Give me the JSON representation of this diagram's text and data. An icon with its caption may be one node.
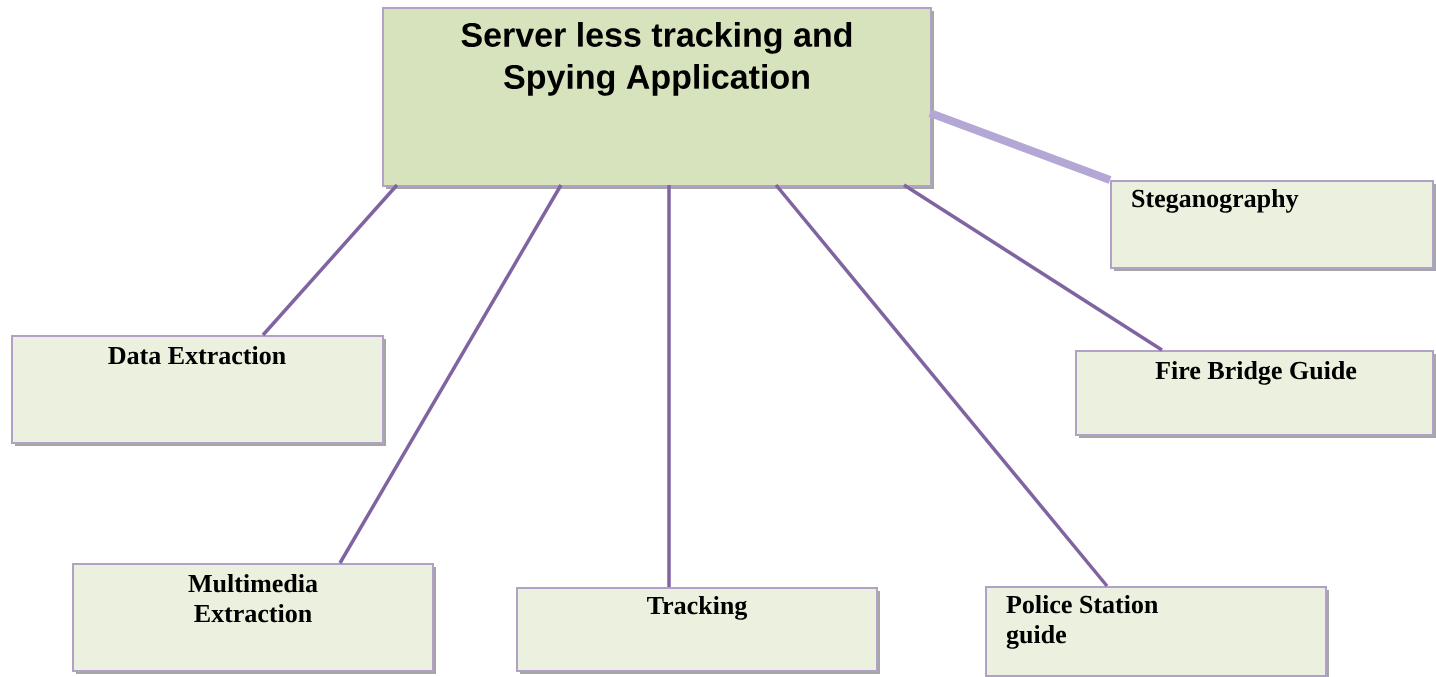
{
  "diagram": {
    "nodes": [
      {
        "text": [
          "Server less tracking and Spying Application"
        ]
      },
      {
        "text": [
          "Steganography"
        ]
      },
      {
        "text": [
          "Data Extraction"
        ]
      },
      {
        "text": [
          "Fire Bridge Guide"
        ]
      },
      {
        "text": [
          "Multimedia Extraction"
        ]
      },
      {
        "text": [
          "Tracking"
        ]
      },
      {
        "text": [
          "Police Station guide"
        ]
      }
    ],
    "edges": [
      {
        "from": 0,
        "to": 1,
        "arrow": "none",
        "style": "thick",
        "color": "#b4a7d6"
      },
      {
        "from": 0,
        "to": 2,
        "arrow": "none"
      },
      {
        "from": 0,
        "to": 3,
        "arrow": "none"
      },
      {
        "from": 0,
        "to": 4,
        "arrow": "none"
      },
      {
        "from": 0,
        "to": 5,
        "arrow": "none"
      },
      {
        "from": 0,
        "to": 6,
        "arrow": "none"
      }
    ]
  }
}
